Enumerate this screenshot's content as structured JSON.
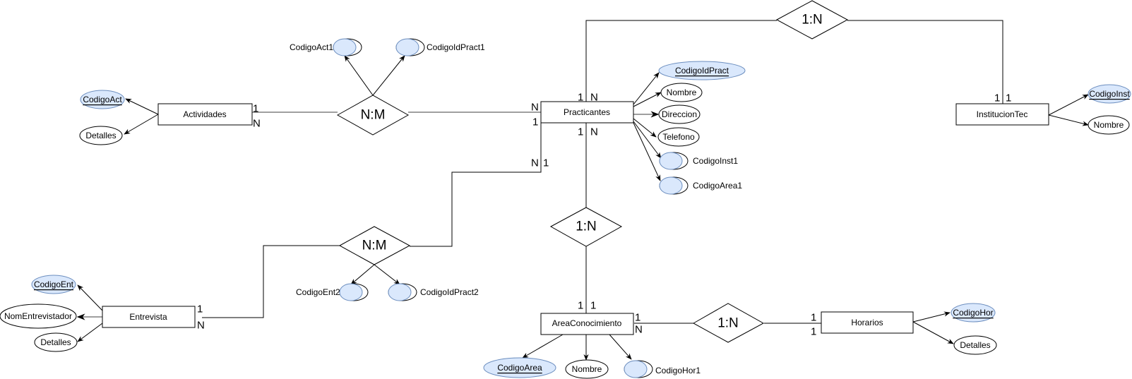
{
  "diagram": {
    "type": "entity-relationship",
    "entities": [
      {
        "id": "actividades",
        "label": "Actividades"
      },
      {
        "id": "practicantes",
        "label": "Practicantes"
      },
      {
        "id": "institucion",
        "label": "InstitucionTec"
      },
      {
        "id": "entrevista",
        "label": "Entrevista"
      },
      {
        "id": "area",
        "label": "AreaConocimiento"
      },
      {
        "id": "horarios",
        "label": "Horarios"
      }
    ],
    "relationships": [
      {
        "id": "rel_act_prac",
        "label": "N:M",
        "between": [
          "Actividades",
          "Practicantes"
        ]
      },
      {
        "id": "rel_prac_inst",
        "label": "1:N",
        "between": [
          "Practicantes",
          "InstitucionTec"
        ]
      },
      {
        "id": "rel_ent_prac",
        "label": "N:M",
        "between": [
          "Entrevista",
          "Practicantes"
        ]
      },
      {
        "id": "rel_prac_area",
        "label": "1:N",
        "between": [
          "Practicantes",
          "AreaConocimiento"
        ]
      },
      {
        "id": "rel_area_hor",
        "label": "1:N",
        "between": [
          "AreaConocimiento",
          "Horarios"
        ]
      }
    ],
    "attributes": {
      "actividades": [
        {
          "label": "CodigoAct",
          "kind": "key"
        },
        {
          "label": "Detalles",
          "kind": "normal"
        }
      ],
      "rel_act_prac": [
        {
          "label": "CodigoAct1",
          "kind": "foreign"
        },
        {
          "label": "CodigoIdPract1",
          "kind": "foreign"
        }
      ],
      "practicantes": [
        {
          "label": "CodigoIdPract",
          "kind": "key"
        },
        {
          "label": "Nombre",
          "kind": "normal"
        },
        {
          "label": "Direccion",
          "kind": "normal"
        },
        {
          "label": "Telefono",
          "kind": "normal"
        },
        {
          "label": "CodigoInst1",
          "kind": "foreign"
        },
        {
          "label": "CodigoArea1",
          "kind": "foreign"
        }
      ],
      "institucion": [
        {
          "label": "CodigoInst",
          "kind": "key"
        },
        {
          "label": "Nombre",
          "kind": "normal"
        }
      ],
      "entrevista": [
        {
          "label": "CodigoEnt",
          "kind": "key"
        },
        {
          "label": "NomEntrevistador",
          "kind": "normal"
        },
        {
          "label": "Detalles",
          "kind": "normal"
        }
      ],
      "rel_ent_prac": [
        {
          "label": "CodigoEnt2",
          "kind": "foreign"
        },
        {
          "label": "CodigoIdPract2",
          "kind": "foreign"
        }
      ],
      "area": [
        {
          "label": "CodigoArea",
          "kind": "key"
        },
        {
          "label": "Nombre",
          "kind": "normal"
        },
        {
          "label": "CodigoHor1",
          "kind": "foreign"
        }
      ],
      "horarios": [
        {
          "label": "CodigoHor",
          "kind": "key"
        },
        {
          "label": "Detalles",
          "kind": "normal"
        }
      ]
    },
    "cardinalities": {
      "act_right_top": "1",
      "act_right_bottom": "N",
      "prac_left_top": "N",
      "prac_left_bottom": "1",
      "prac_top_left": "1",
      "prac_top_right": "N",
      "prac_bottom_left": "1",
      "prac_bottom_right": "N",
      "prac_lower_left_a": "N",
      "prac_lower_left_b": "1",
      "inst_top_left": "1",
      "inst_top_right": "1",
      "ent_right_top": "1",
      "ent_right_bottom": "N",
      "area_top_left": "1",
      "area_top_right": "1",
      "area_right_top": "1",
      "area_right_bottom": "N",
      "hor_left_top": "1",
      "hor_left_bottom": "1"
    }
  }
}
